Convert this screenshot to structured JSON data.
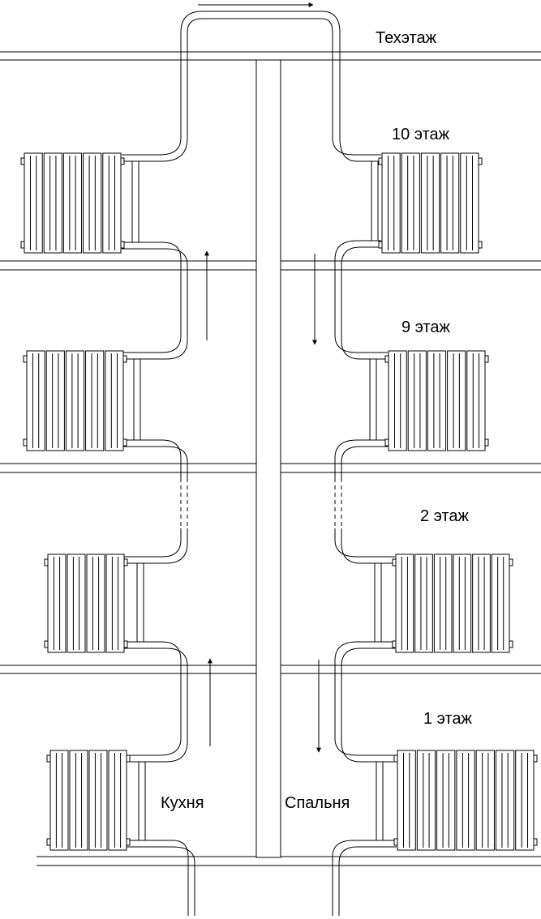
{
  "labels": {
    "tech_floor": "Техэтаж",
    "floor_10": "10 этаж",
    "floor_9": "9 этаж",
    "floor_2": "2 этаж",
    "floor_1": "1 этаж",
    "kitchen": "Кухня",
    "bedroom": "Спальня"
  },
  "colors": {
    "line": "#000000",
    "background": "#ffffff"
  }
}
